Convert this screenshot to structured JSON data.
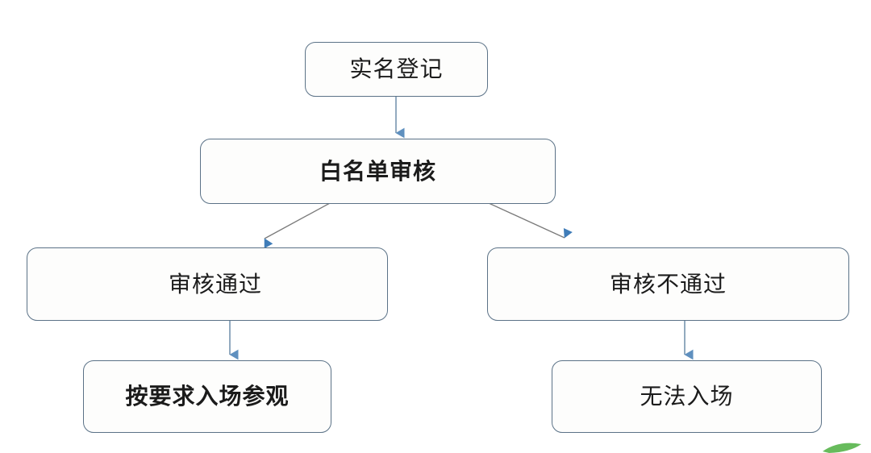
{
  "diagram": {
    "type": "flowchart",
    "orientation": "top-down",
    "title": "",
    "background_color": "#ffffff",
    "node_border_color": "#5b7287",
    "node_fill_color": "#fdfdfc",
    "connector_color": "#4a7aab",
    "text_color": "#1b1b1b",
    "nodes": [
      {
        "id": "start",
        "label": "实名登记",
        "level": 1
      },
      {
        "id": "review",
        "label": "白名单审核",
        "level": 2
      },
      {
        "id": "pass",
        "label": "审核通过",
        "level": 3
      },
      {
        "id": "fail",
        "label": "审核不通过",
        "level": 3
      },
      {
        "id": "enter",
        "label": "按要求入场参观",
        "level": 4
      },
      {
        "id": "noentry",
        "label": "无法入场",
        "level": 4
      }
    ],
    "edges": [
      {
        "from": "start",
        "to": "review",
        "label": "",
        "style": "straight-down"
      },
      {
        "from": "review",
        "to": "pass",
        "label": "",
        "style": "diagonal-left"
      },
      {
        "from": "review",
        "to": "fail",
        "label": "",
        "style": "diagonal-right"
      },
      {
        "from": "pass",
        "to": "enter",
        "label": "",
        "style": "straight-down"
      },
      {
        "from": "fail",
        "to": "noentry",
        "label": "",
        "style": "straight-down"
      }
    ]
  },
  "watermark": {
    "present": true,
    "color": "#4caf3f",
    "description": "green-logo-fragment"
  }
}
